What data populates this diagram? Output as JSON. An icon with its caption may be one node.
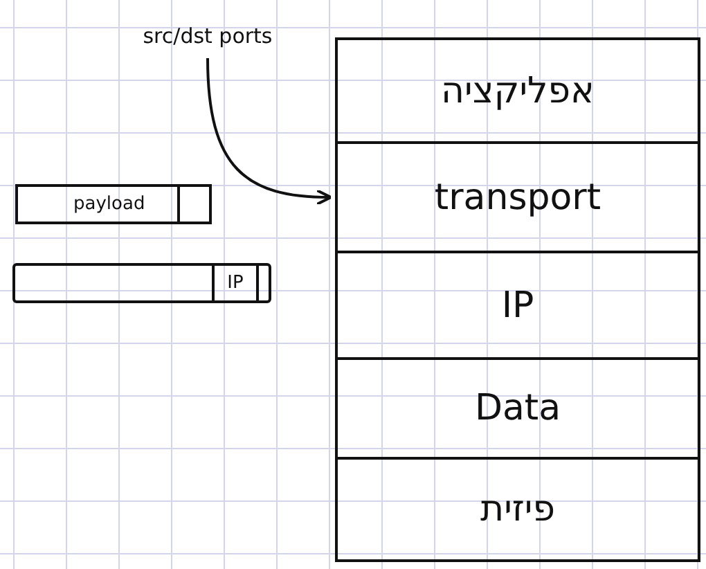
{
  "diagram": {
    "nodes": [
      {
        "text": [
          "src/dst ports"
        ]
      },
      {
        "text": [
          "אפליקציה"
        ]
      },
      {
        "text": [
          "transport"
        ]
      },
      {
        "text": [
          "IP"
        ]
      },
      {
        "text": [
          "Data"
        ]
      },
      {
        "text": [
          "פיזית"
        ]
      },
      {
        "text": [
          "payload"
        ]
      },
      {
        "text": [],
        "shape": "box",
        "in": 6
      },
      {
        "text": [],
        "shape": "bar"
      },
      {
        "text": [
          "IP"
        ],
        "in": 8
      }
    ],
    "edges": [
      {
        "from": 0,
        "to": 2,
        "arrow": "to"
      }
    ]
  }
}
